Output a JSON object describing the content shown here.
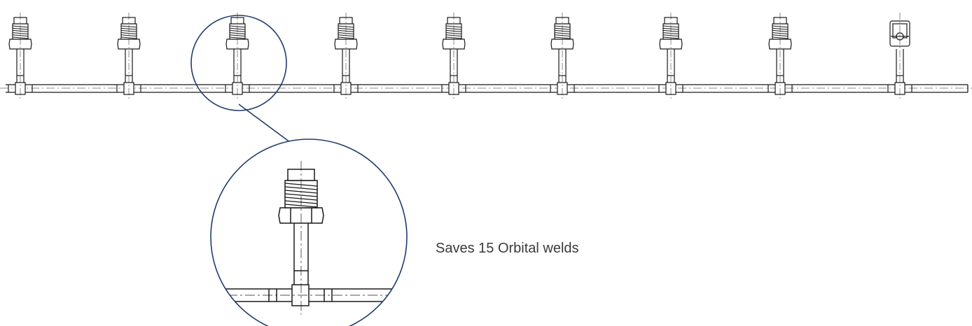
{
  "caption": "Saves 15 Orbital welds",
  "colors": {
    "line": "#1a1a1a",
    "callout": "#1f3d6b",
    "background": "#ffffff",
    "caption": "#3a3a3a"
  },
  "manifold": {
    "fitting_type": "flare-nut-tee",
    "end_fitting_type": "valve-tee"
  }
}
